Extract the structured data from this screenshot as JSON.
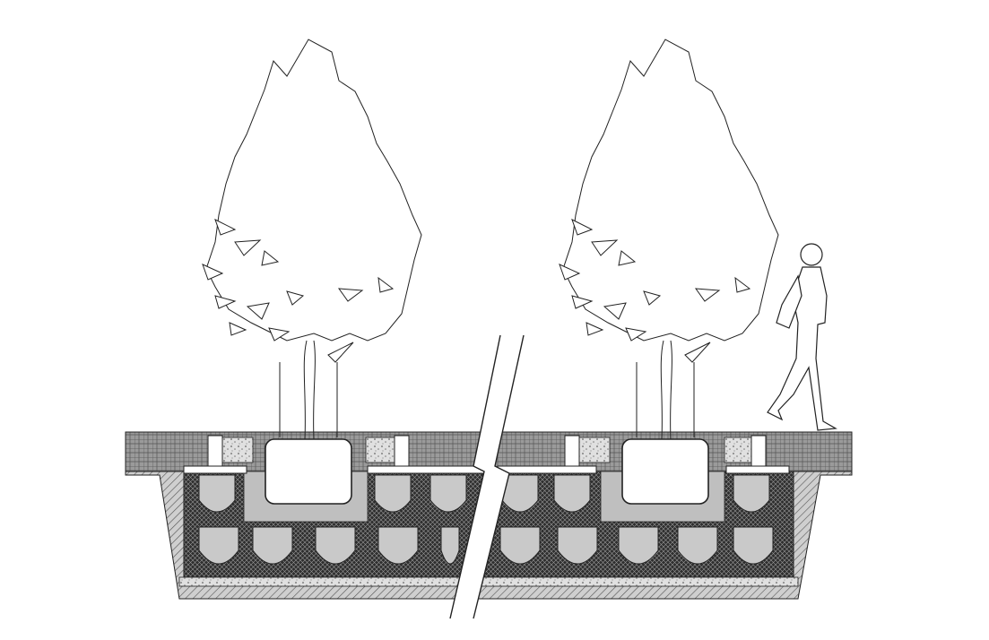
{
  "drawing": {
    "kind": "section",
    "subjects": [
      "tree",
      "tree",
      "pedestrian"
    ],
    "background": "#ffffff",
    "colors": {
      "line": "#2b2b2b",
      "paving_fill": "#8c8c8c",
      "soil_fill": "#2f2f2f",
      "basin_fill": "#bdbdbd",
      "mulch_fill": "#e6e6e6"
    },
    "labels": []
  }
}
